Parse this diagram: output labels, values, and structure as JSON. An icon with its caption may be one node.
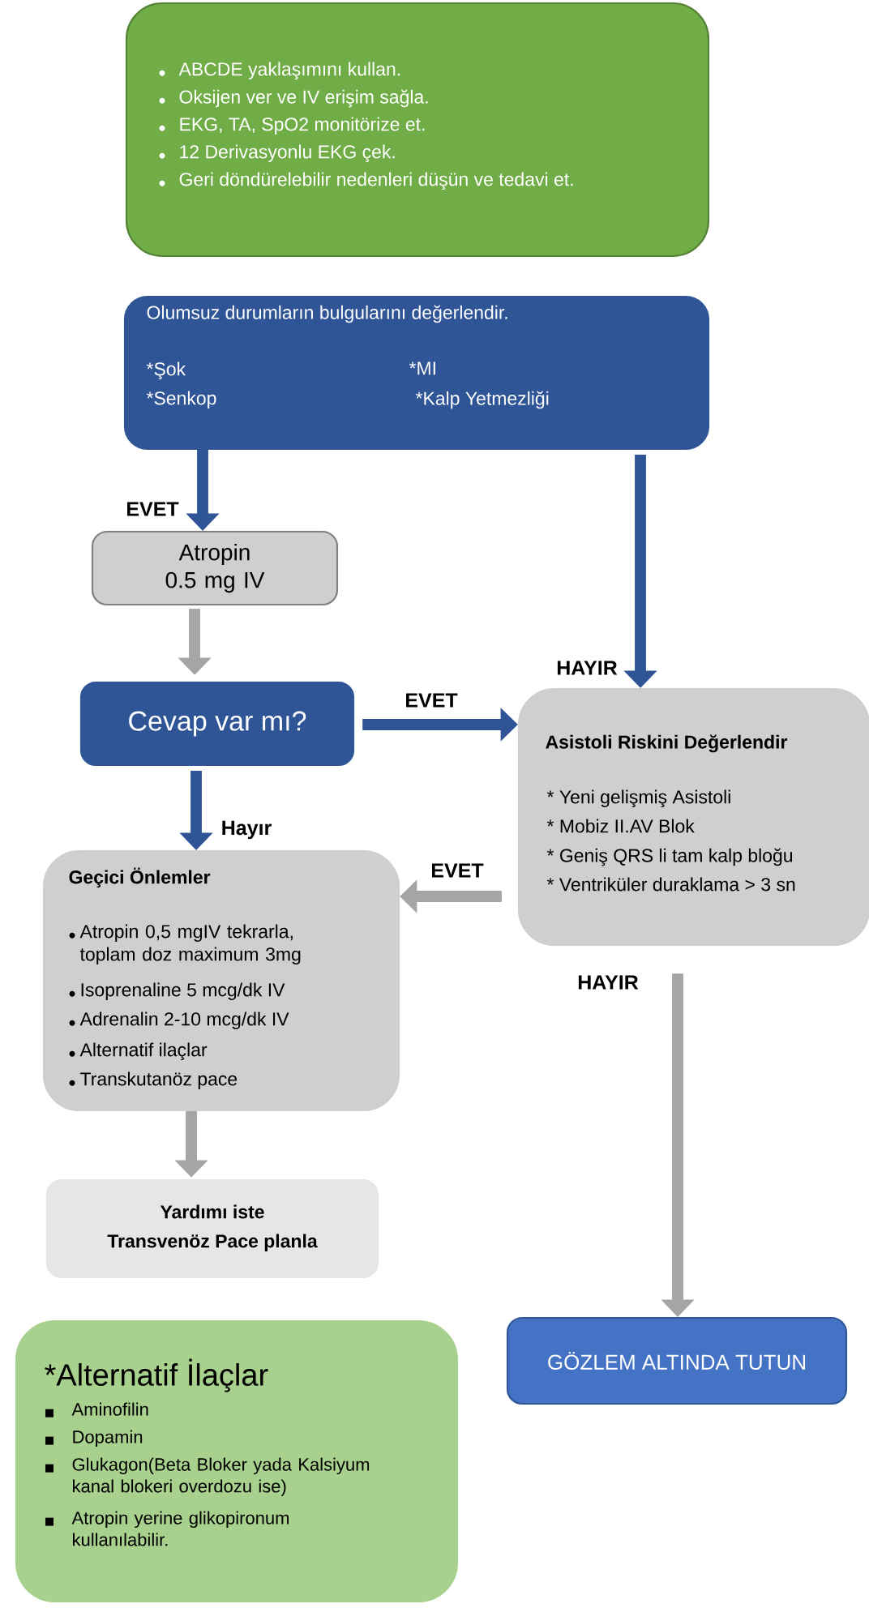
{
  "diagram": {
    "nodes": [
      {
        "text": [
          "ABCDE yaklaşımını kullan.",
          "Oksijen ver ve IV erişim sağla.",
          "EKG, TA, SpO2 monitörize et.",
          "12 Derivasyonlu EKG çek.",
          "Geri döndürelebilir nedenleri düşün ve tedavi et."
        ]
      },
      {
        "text": [
          "Olumsuz durumların bulgularını değerlendir.",
          "*Şok",
          "*MI",
          "*Senkop",
          "*Kalp Yetmezliği"
        ]
      },
      {
        "text": [
          "Atropin 0.5 mg IV"
        ]
      },
      {
        "text": [
          "Cevap var mı?"
        ]
      },
      {
        "text": [
          "Asistoli Riskini Değerlendir",
          "* Yeni gelişmiş Asistoli",
          "* Mobiz II.AV Blok",
          "* Geniş QRS li tam kalp bloğu",
          "* Ventriküler duraklama > 3 sn"
        ]
      },
      {
        "text": [
          "Geçici Önlemler",
          "Atropin 0,5 mgIV tekrarla, toplam doz maximum 3mg",
          "Isoprenaline 5 mcg/dk IV",
          "Adrenalin 2-10 mcg/dk IV",
          "Alternatif ilaçlar",
          "Transkutanöz pace"
        ]
      },
      {
        "text": [
          "Yardımı iste",
          "Transvenöz Pace planla"
        ]
      },
      {
        "text": [
          "GÖZLEM ALTINDA TUTUN"
        ]
      },
      {
        "text": [
          "*Alternatif İlaçlar",
          "Aminofilin",
          "Dopamin",
          "Glukagon(Beta Bloker yada Kalsiyum kanal blokeri overdozu ise)",
          "Atropin yerine glikopironum kullanılabilir."
        ]
      }
    ],
    "edges": [
      {
        "from": 1,
        "to": 2,
        "arrow": "to",
        "label": "EVET",
        "color": "#2f5597"
      },
      {
        "from": 1,
        "to": 4,
        "arrow": "to",
        "label": "HAYIR",
        "color": "#2f5597"
      },
      {
        "from": 2,
        "to": 3,
        "arrow": "to",
        "color": "#a5a5a5"
      },
      {
        "from": 3,
        "to": 4,
        "arrow": "to",
        "label": "EVET",
        "color": "#2f5597"
      },
      {
        "from": 3,
        "to": 5,
        "arrow": "to",
        "label": "Hayır",
        "color": "#2f5597"
      },
      {
        "from": 4,
        "to": 5,
        "arrow": "to",
        "label": "EVET",
        "color": "#a5a5a5"
      },
      {
        "from": 4,
        "to": 7,
        "arrow": "to",
        "label": "HAYIR",
        "color": "#a5a5a5"
      },
      {
        "from": 5,
        "to": 6,
        "arrow": "to",
        "color": "#a5a5a5"
      }
    ]
  }
}
